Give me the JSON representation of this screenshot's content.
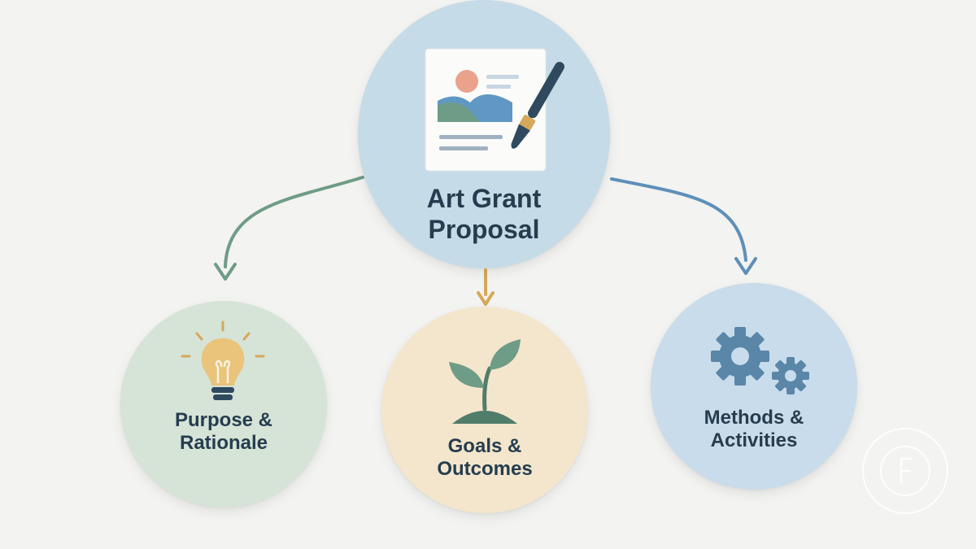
{
  "diagram": {
    "root": {
      "line1": "Art Grant",
      "line2": "Proposal",
      "icon": "document-paintbrush-icon"
    },
    "children": [
      {
        "id": "purpose",
        "line1": "Purpose &",
        "line2": "Rationale",
        "icon": "lightbulb-icon"
      },
      {
        "id": "goals",
        "line1": "Goals &",
        "line2": "Outcomes",
        "icon": "sprout-icon"
      },
      {
        "id": "methods",
        "line1": "Methods &",
        "line2": "Activities",
        "icon": "gears-icon"
      }
    ]
  },
  "colors": {
    "background": "#f3f3f1",
    "root_fill": "#c6dbe8",
    "purpose_fill": "#d6e3d7",
    "goals_fill": "#f4e6cc",
    "methods_fill": "#c9dceb",
    "arrow_green": "#6f9c86",
    "arrow_gold": "#d6a85a",
    "arrow_blue": "#5e8fb8",
    "text": "#263d4f"
  }
}
